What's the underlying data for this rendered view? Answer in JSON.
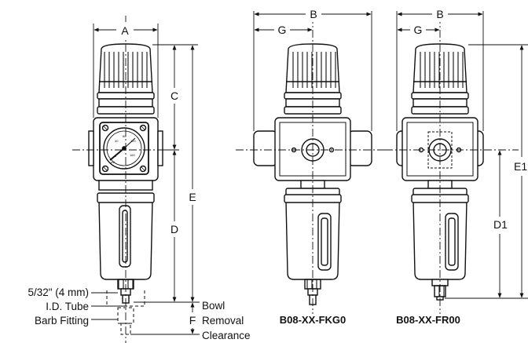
{
  "dimension_labels": {
    "a": "A",
    "b_middle": "B",
    "b_right": "B",
    "g_middle": "G",
    "g_right": "G",
    "c": "C",
    "d": "D",
    "e": "E",
    "e1": "E1",
    "d1": "D1",
    "f": "F"
  },
  "fitting_note": {
    "line1": "5/32\" (4 mm)",
    "line2": "I.D. Tube",
    "line3": "Barb Fitting"
  },
  "clearance_note": {
    "line1": "Bowl",
    "line2": "Removal",
    "line3": "Clearance"
  },
  "model_labels": {
    "middle": "B08-XX-FKG0",
    "right": "B08-XX-FR00"
  },
  "gauge_text": {
    "unit": "psi",
    "scale": [
      "0",
      "40",
      "80",
      "120",
      "160"
    ]
  },
  "colors": {
    "line": "#111111",
    "background": "#ffffff"
  }
}
